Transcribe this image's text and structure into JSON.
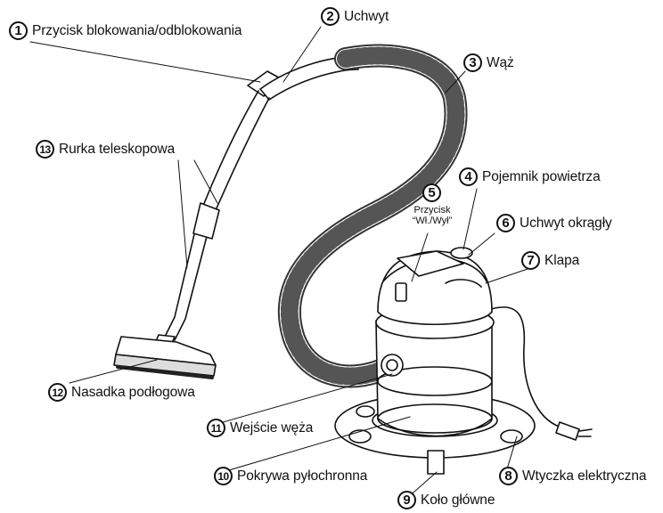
{
  "callouts": [
    {
      "num": "1",
      "label": "Przycisk blokowania/odblokowania"
    },
    {
      "num": "2",
      "label": "Uchwyt"
    },
    {
      "num": "3",
      "label": "Wąż"
    },
    {
      "num": "4",
      "label": "Pojemnik powietrza"
    },
    {
      "num": "5",
      "label": "Przycisk",
      "label2": "“Wł./Wył”"
    },
    {
      "num": "6",
      "label": "Uchwyt okrągły"
    },
    {
      "num": "7",
      "label": "Klapa"
    },
    {
      "num": "8",
      "label": "Wtyczka elektryczna"
    },
    {
      "num": "9",
      "label": "Koło główne"
    },
    {
      "num": "10",
      "label": "Pokrywa pyłochronna"
    },
    {
      "num": "11",
      "label": "Wejście węża"
    },
    {
      "num": "12",
      "label": "Nasadka podłogowa"
    },
    {
      "num": "13",
      "label": "Rurka teleskopowa"
    }
  ]
}
